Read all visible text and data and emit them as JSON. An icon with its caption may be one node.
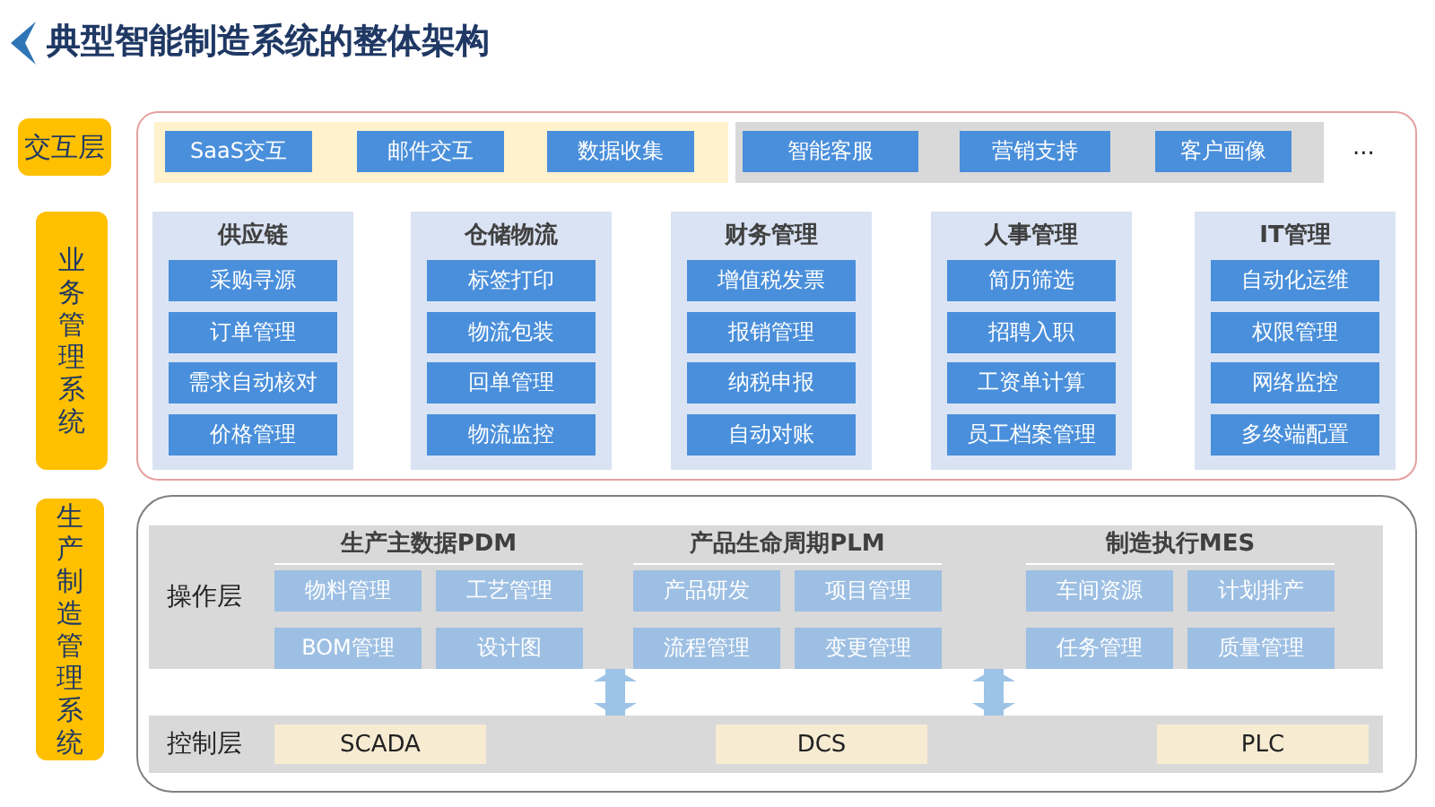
{
  "diagram": {
    "title": "典型智能制造系统的整体架构",
    "nodes": [
      {
        "text": [
          "交互层"
        ]
      },
      {
        "text": [
          "业务管理系统"
        ]
      },
      {
        "text": [],
        "shape": "box"
      },
      {
        "text": [],
        "shape": "box",
        "in": 2
      },
      {
        "text": [
          "SaaS交互"
        ],
        "in": 3
      },
      {
        "text": [
          "邮件交互"
        ],
        "in": 3
      },
      {
        "text": [
          "数据收集"
        ],
        "in": 3
      },
      {
        "text": [],
        "shape": "box",
        "in": 2
      },
      {
        "text": [
          "智能客服"
        ],
        "in": 7
      },
      {
        "text": [
          "营销支持"
        ],
        "in": 7
      },
      {
        "text": [
          "客户画像"
        ],
        "in": 7
      },
      {
        "text": [
          "供应链"
        ],
        "in": 2
      },
      {
        "text": [
          "采购寻源"
        ],
        "in": 11
      },
      {
        "text": [
          "订单管理"
        ],
        "in": 11
      },
      {
        "text": [
          "需求自动核对"
        ],
        "in": 11
      },
      {
        "text": [
          "价格管理"
        ],
        "in": 11
      },
      {
        "text": [
          "仓储物流"
        ],
        "in": 2
      },
      {
        "text": [
          "标签打印"
        ],
        "in": 16
      },
      {
        "text": [
          "物流包装"
        ],
        "in": 16
      },
      {
        "text": [
          "回单管理"
        ],
        "in": 16
      },
      {
        "text": [
          "物流监控"
        ],
        "in": 16
      },
      {
        "text": [
          "财务管理"
        ],
        "in": 2
      },
      {
        "text": [
          "增值税发票"
        ],
        "in": 21
      },
      {
        "text": [
          "报销管理"
        ],
        "in": 21
      },
      {
        "text": [
          "纳税申报"
        ],
        "in": 21
      },
      {
        "text": [
          "自动对账"
        ],
        "in": 21
      },
      {
        "text": [
          "人事管理"
        ],
        "in": 2
      },
      {
        "text": [
          "简历筛选"
        ],
        "in": 26
      },
      {
        "text": [
          "招聘入职"
        ],
        "in": 26
      },
      {
        "text": [
          "工资单计算"
        ],
        "in": 26
      },
      {
        "text": [
          "员工档案管理"
        ],
        "in": 26
      },
      {
        "text": [
          "IT管理"
        ],
        "in": 2
      },
      {
        "text": [
          "自动化运维"
        ],
        "in": 31
      },
      {
        "text": [
          "权限管理"
        ],
        "in": 31
      },
      {
        "text": [
          "网络监控"
        ],
        "in": 31
      },
      {
        "text": [
          "多终端配置"
        ],
        "in": 31
      },
      {
        "text": [
          "生产制造管理系统"
        ]
      },
      {
        "text": [],
        "shape": "box"
      },
      {
        "text": [
          "操作层"
        ],
        "in": 37
      },
      {
        "text": [
          "生产主数据PDM"
        ],
        "in": 38
      },
      {
        "text": [
          "物料管理"
        ],
        "in": 39
      },
      {
        "text": [
          "工艺管理"
        ],
        "in": 39
      },
      {
        "text": [
          "BOM管理"
        ],
        "in": 39
      },
      {
        "text": [
          "设计图"
        ],
        "in": 39
      },
      {
        "text": [
          "产品生命周期PLM"
        ],
        "in": 38
      },
      {
        "text": [
          "产品研发"
        ],
        "in": 44
      },
      {
        "text": [
          "项目管理"
        ],
        "in": 44
      },
      {
        "text": [
          "流程管理"
        ],
        "in": 44
      },
      {
        "text": [
          "变更管理"
        ],
        "in": 44
      },
      {
        "text": [
          "制造执行MES"
        ],
        "in": 38
      },
      {
        "text": [
          "车间资源"
        ],
        "in": 49
      },
      {
        "text": [
          "计划排产"
        ],
        "in": 49
      },
      {
        "text": [
          "任务管理"
        ],
        "in": 49
      },
      {
        "text": [
          "质量管理"
        ],
        "in": 49
      },
      {
        "text": [
          "控制层"
        ],
        "in": 37
      },
      {
        "text": [
          "SCADA"
        ],
        "in": 54
      },
      {
        "text": [
          "DCS"
        ],
        "in": 54
      },
      {
        "text": [
          "PLC"
        ],
        "in": 54
      }
    ],
    "edges": [
      {
        "from": 38,
        "to": 54,
        "arrow": "both"
      },
      {
        "from": 38,
        "to": 54,
        "arrow": "both"
      }
    ],
    "labels": [
      "..."
    ]
  }
}
